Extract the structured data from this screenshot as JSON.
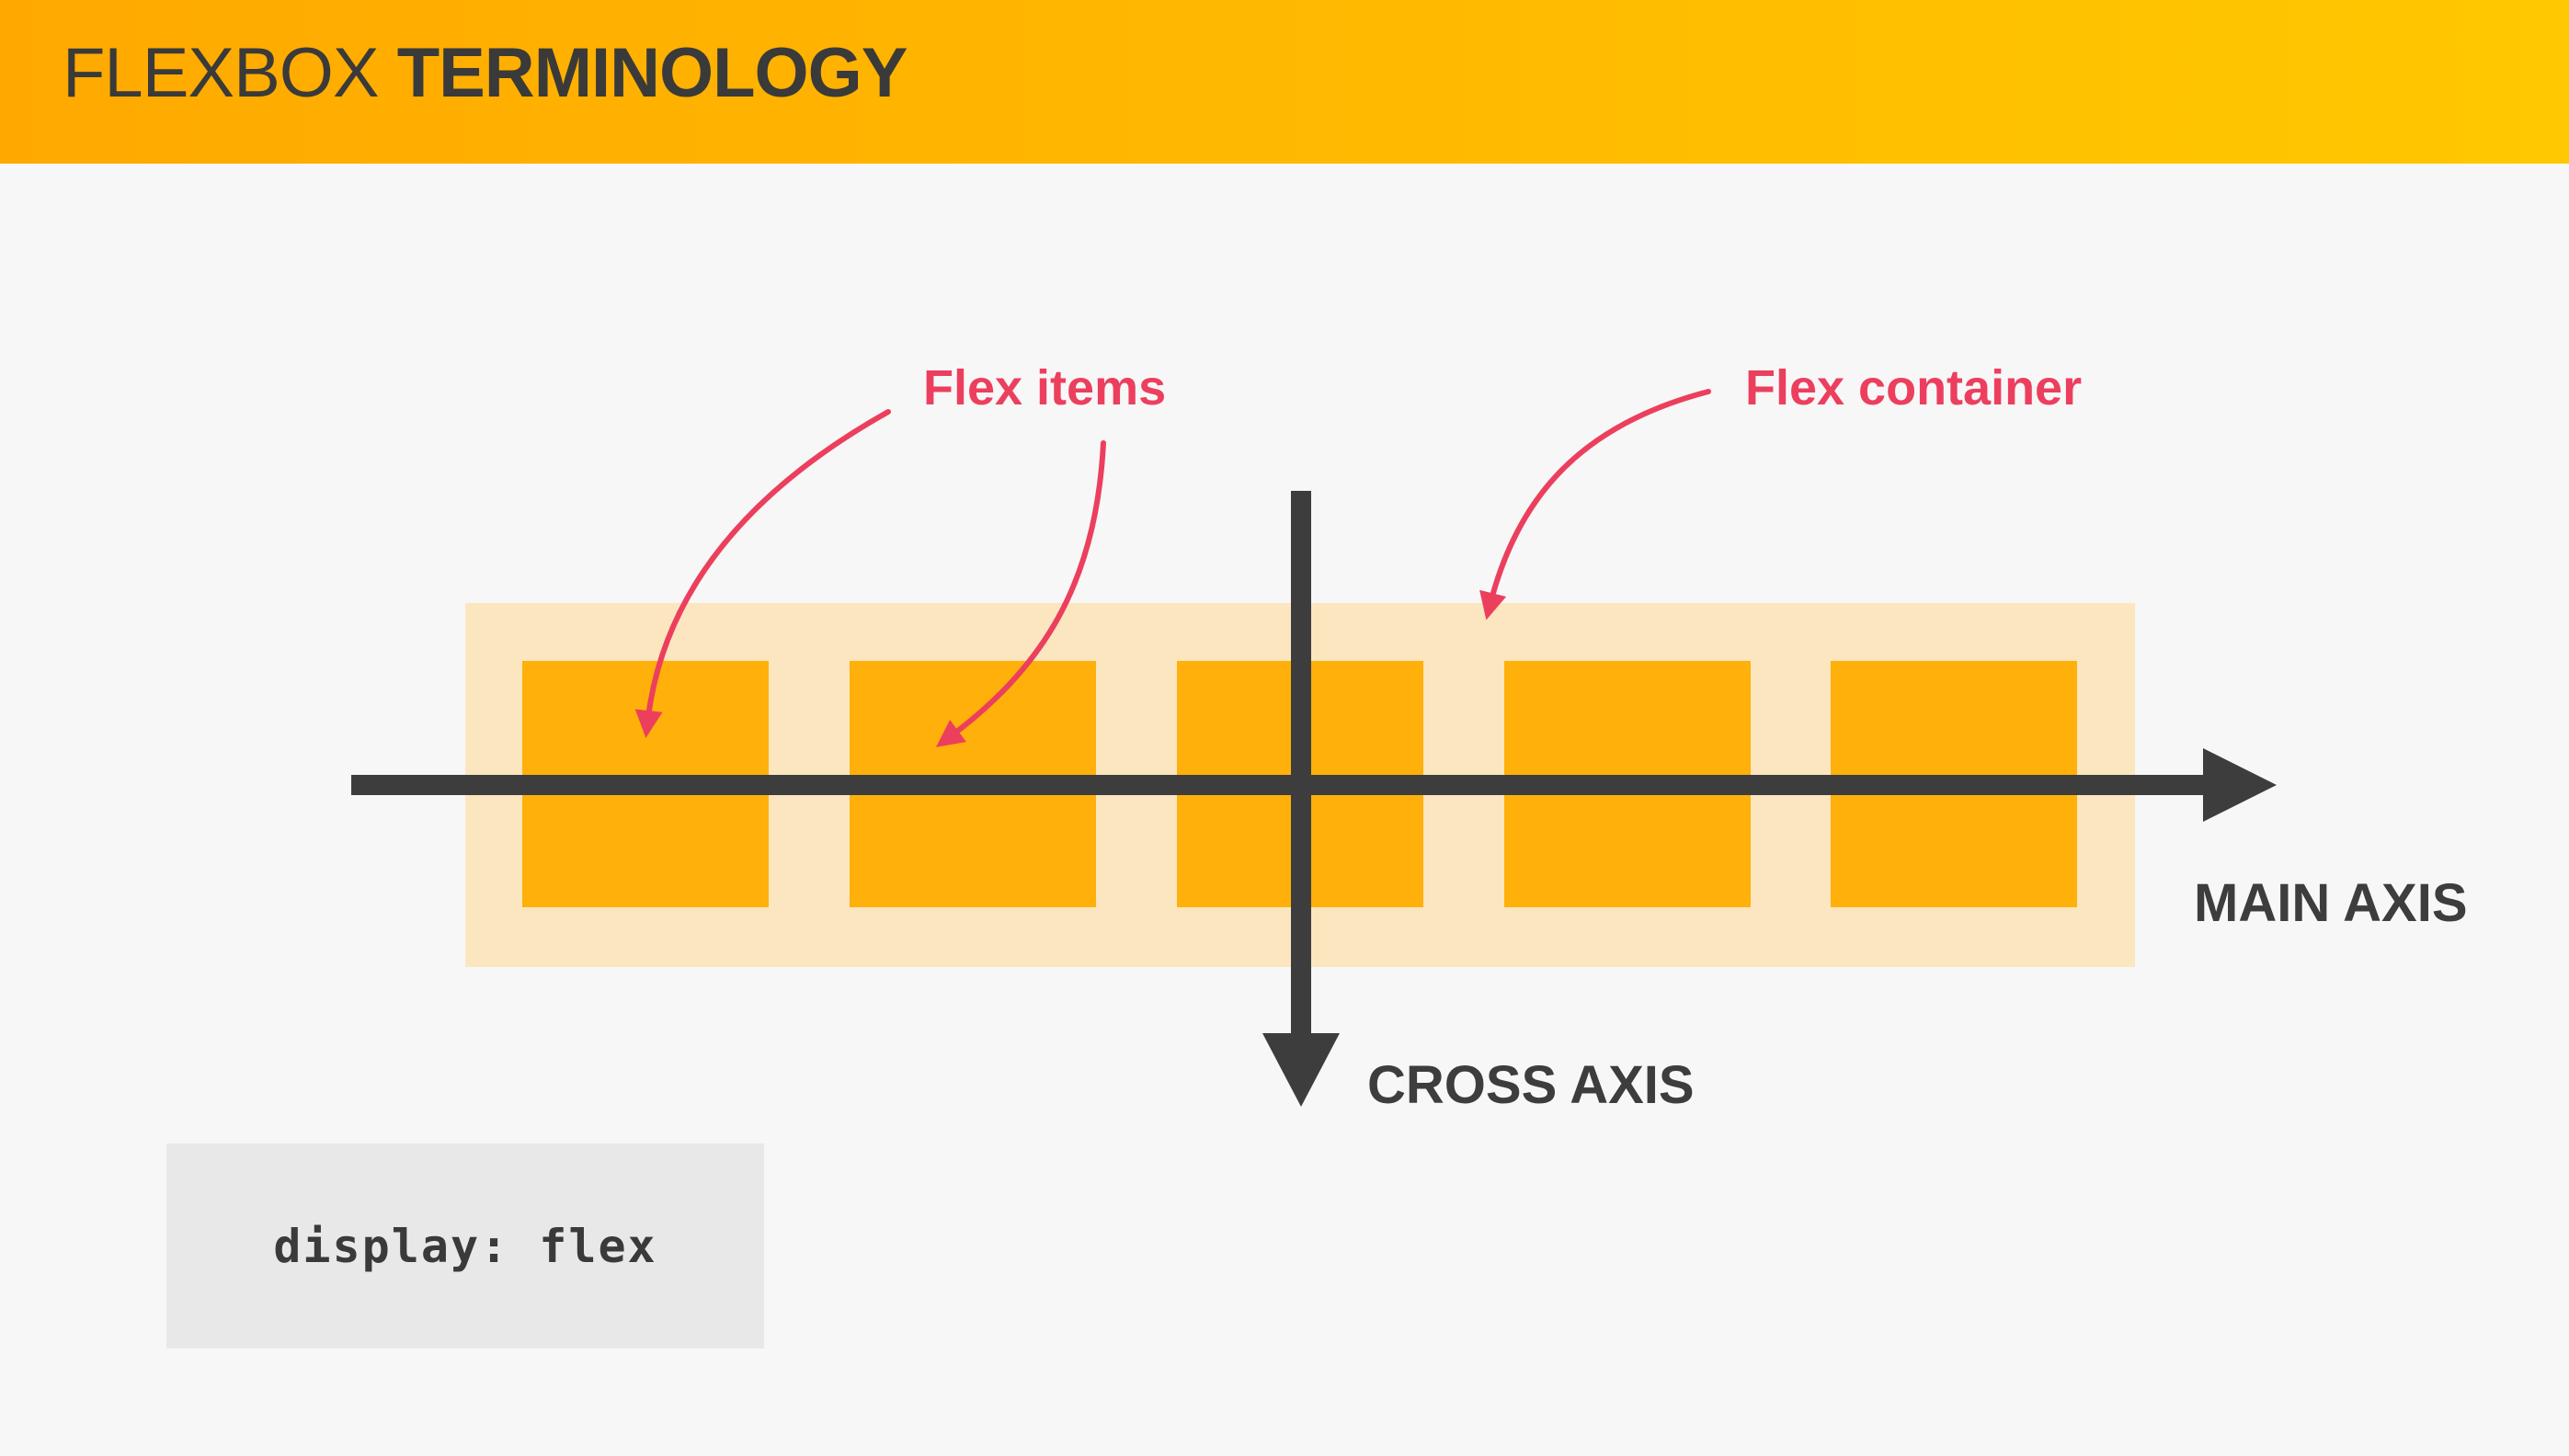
{
  "header": {
    "title_light": "FLEXBOX ",
    "title_bold": "TERMINOLOGY"
  },
  "diagram": {
    "flex_items_label": "Flex items",
    "flex_container_label": "Flex container",
    "main_axis_label": "MAIN AXIS",
    "cross_axis_label": "CROSS AXIS",
    "item_count": 5
  },
  "code": {
    "text": "display: flex"
  },
  "colors": {
    "header_start": "#ffa900",
    "header_end": "#ffc800",
    "container": "#fce6bf",
    "item": "#ffb00a",
    "axis": "#3d3d3d",
    "annotation": "#ec3f5e",
    "code_bg": "#e8e8e8"
  }
}
